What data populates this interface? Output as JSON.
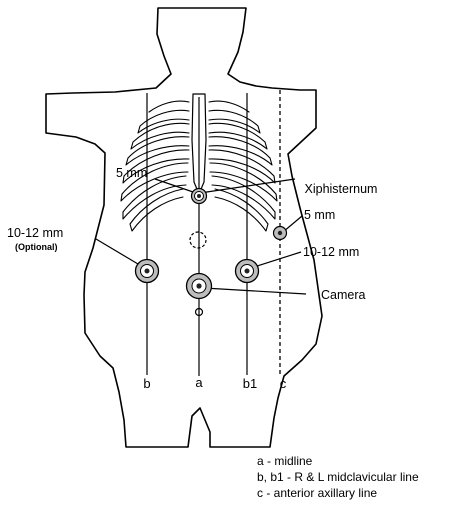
{
  "colors": {
    "background": "#ffffff",
    "outline": "#000000",
    "rib_fill": "#ffffff",
    "port_outer": "#bdbdbd",
    "port_mid": "#ffffff",
    "port_inner": "#222222"
  },
  "ports": [
    {
      "id": "xiphisternum-5mm",
      "label": "5 mm",
      "size": "5mm"
    },
    {
      "id": "left-5mm",
      "label": "5 mm",
      "size": "5mm"
    },
    {
      "id": "right-10-12mm",
      "label": "10-12 mm",
      "sublabel": "(Optional)",
      "size": "10-12mm"
    },
    {
      "id": "left-10-12mm",
      "label": "10-12 mm",
      "size": "10-12mm"
    },
    {
      "id": "camera",
      "label": "Camera",
      "size": "camera"
    }
  ],
  "landmarks": {
    "xiphisternum": "Xiphisternum"
  },
  "line_letters": {
    "b": "b",
    "a": "a",
    "b1": "b1",
    "c": "c"
  },
  "legend": [
    "a - midline",
    "b, b1 - R & L midclavicular line",
    "c - anterior axillary line"
  ]
}
